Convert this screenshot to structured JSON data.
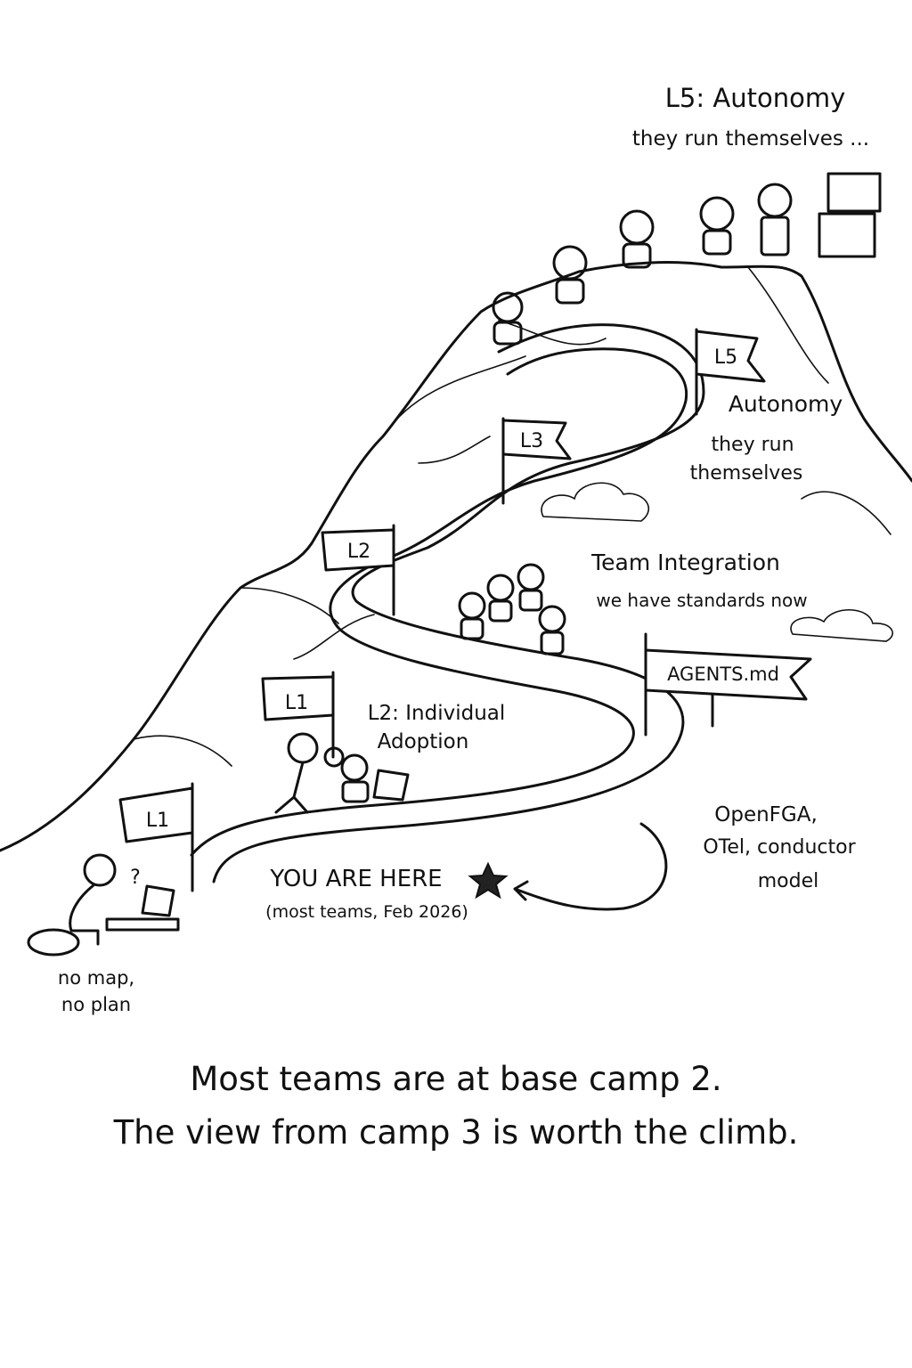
{
  "summit": {
    "title": "L5: Autonomy",
    "subtitle": "they run themselves ..."
  },
  "flags": {
    "l5": "L5",
    "l3": "L3",
    "l2": "L2",
    "l1_upper": "L1",
    "l1_lower": "L1"
  },
  "labels": {
    "autonomy": "Autonomy",
    "autonomy_sub_1": "they run",
    "autonomy_sub_2": "themselves",
    "team_integration": "Team Integration",
    "team_integration_sub": "we have standards now",
    "agents_banner": "AGENTS.md",
    "individual_1": "L2: Individual",
    "individual_2": "Adoption",
    "tools_1": "OpenFGA,",
    "tools_2": "OTel, conductor",
    "tools_3": "model",
    "you_are_here": "YOU ARE HERE",
    "you_are_here_sub": "(most teams, Feb 2026)",
    "question_mark": "?",
    "no_map": "no map,",
    "no_plan": "no plan"
  },
  "caption": {
    "line1": "Most teams are at base camp 2.",
    "line2": "The view from camp 3 is worth the climb."
  }
}
